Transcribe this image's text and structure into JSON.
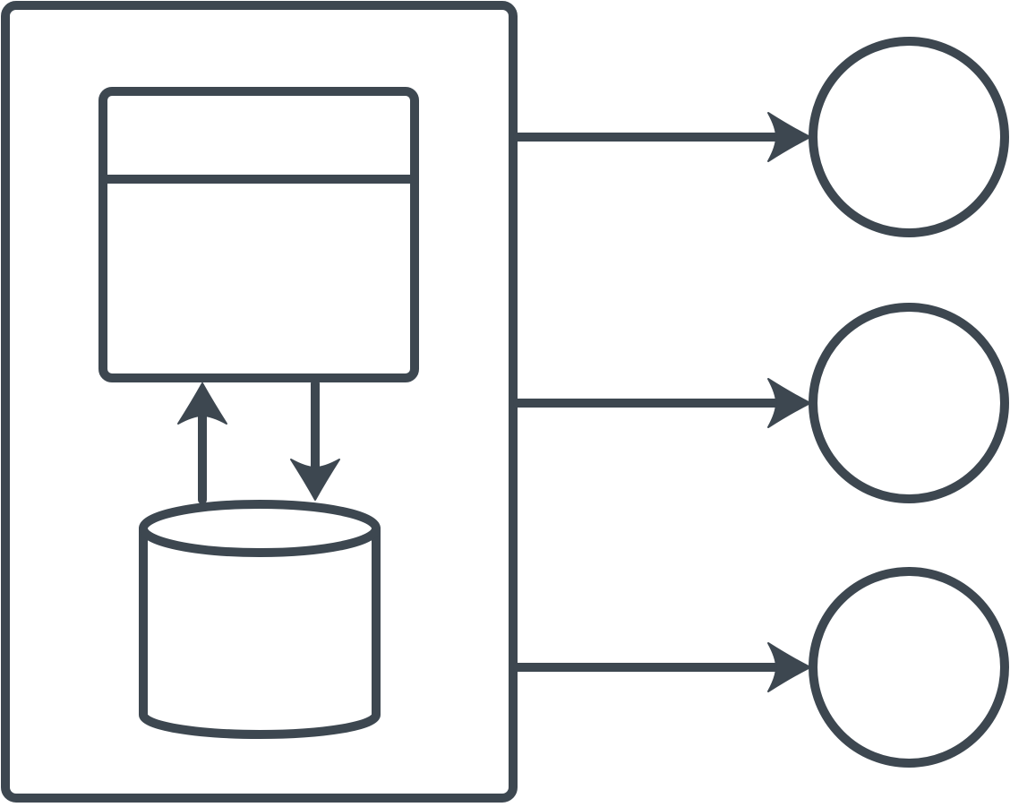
{
  "diagram": {
    "stroke_color": "#3d4750",
    "background_color": "#ffffff",
    "icons": {
      "container": "system-boundary-icon",
      "window": "application-window-icon",
      "database": "database-cylinder-icon",
      "outputs": [
        "output-node-icon",
        "output-node-icon",
        "output-node-icon"
      ]
    },
    "connections": [
      {
        "from": "database",
        "to": "window"
      },
      {
        "from": "window",
        "to": "database"
      },
      {
        "from": "container",
        "to": "output-1"
      },
      {
        "from": "container",
        "to": "output-2"
      },
      {
        "from": "container",
        "to": "output-3"
      }
    ]
  }
}
